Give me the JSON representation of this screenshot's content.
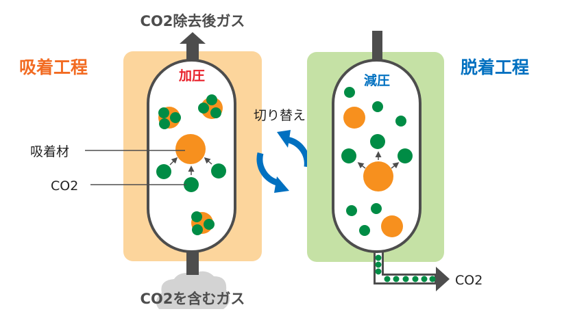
{
  "labels": {
    "top_gas": "CO2除去後ガス",
    "bottom_gas": "CO2を含むガス",
    "adsorption_step": "吸着工程",
    "desorption_step": "脱着工程",
    "pressurize": "加圧",
    "depressurize": "減圧",
    "switch": "切り替え",
    "adsorbent": "吸着材",
    "co2": "CO2",
    "co2_out": "CO2"
  },
  "colors": {
    "adsorption_bg": "#fcd59c",
    "desorption_bg": "#c5e1a5",
    "adsorbent": "#f7901e",
    "co2": "#008c45",
    "outline": "#4d4d4d",
    "adsorption_title": "#f26b22",
    "desorption_title": "#0070c0",
    "pressurize_text": "#e8202a",
    "switch_arrow": "#0070c0",
    "cloud": "#d3d3d3"
  }
}
